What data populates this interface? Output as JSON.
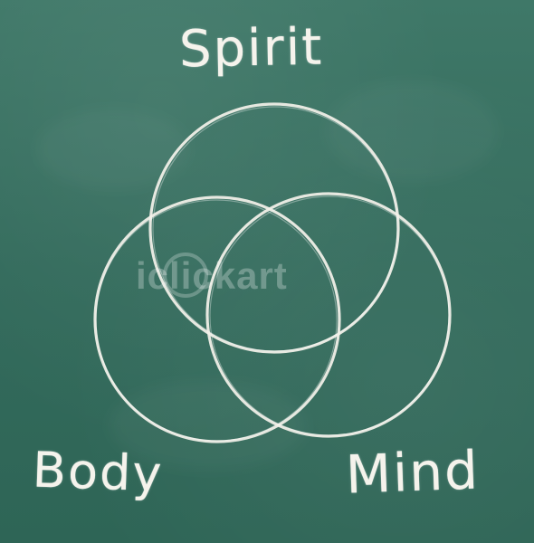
{
  "diagram": {
    "type": "venn",
    "labels": {
      "top": "Spirit",
      "bottom_left": "Body",
      "bottom_right": "Mind"
    },
    "watermark": "iclickart"
  },
  "colors": {
    "board": "#336b5c",
    "chalk": "#f3f1ea"
  }
}
